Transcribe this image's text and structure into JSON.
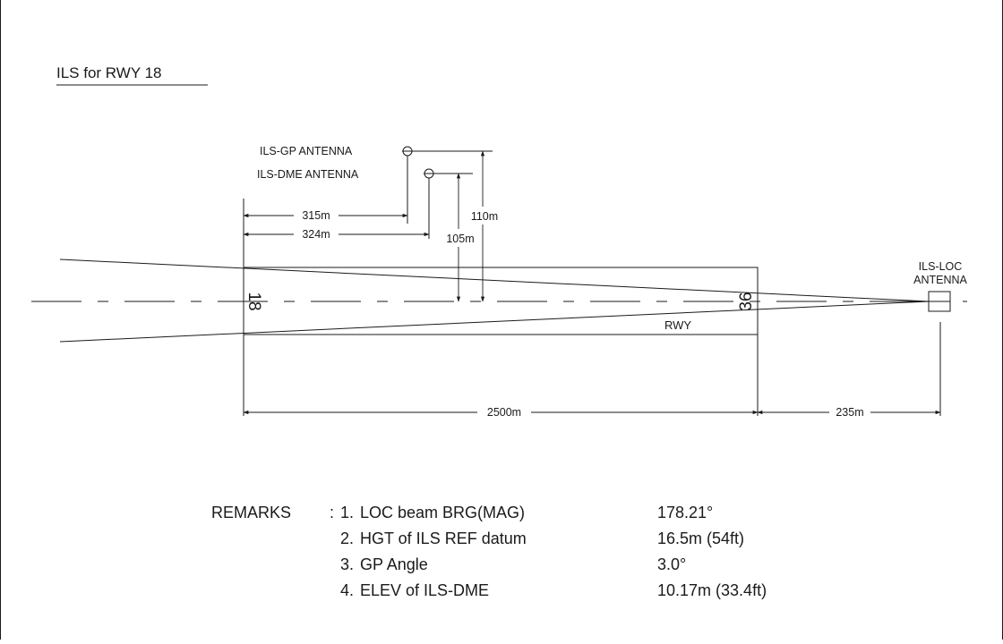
{
  "title": "ILS for RWY 18",
  "labels": {
    "gp_antenna": "ILS-GP ANTENNA",
    "dme_antenna": "ILS-DME ANTENNA",
    "loc_antenna_line1": "ILS-LOC",
    "loc_antenna_line2": "ANTENNA",
    "runway": "RWY",
    "threshold_north": "18",
    "threshold_south": "36"
  },
  "dimensions": {
    "gp_from_threshold": "315m",
    "dme_from_threshold": "324m",
    "dme_offset": "105m",
    "gp_offset": "110m",
    "runway_length": "2500m",
    "loc_distance": "235m"
  },
  "remarks": {
    "heading": "REMARKS",
    "separator": ":",
    "items": [
      {
        "num": "1.",
        "label": "LOC beam BRG(MAG)",
        "value": "178.21°"
      },
      {
        "num": "2.",
        "label": "HGT of ILS REF datum",
        "value": "16.5m (54ft)"
      },
      {
        "num": "3.",
        "label": "GP Angle",
        "value": "3.0°"
      },
      {
        "num": "4.",
        "label": "ELEV of ILS-DME",
        "value": "10.17m (33.4ft)"
      }
    ]
  }
}
